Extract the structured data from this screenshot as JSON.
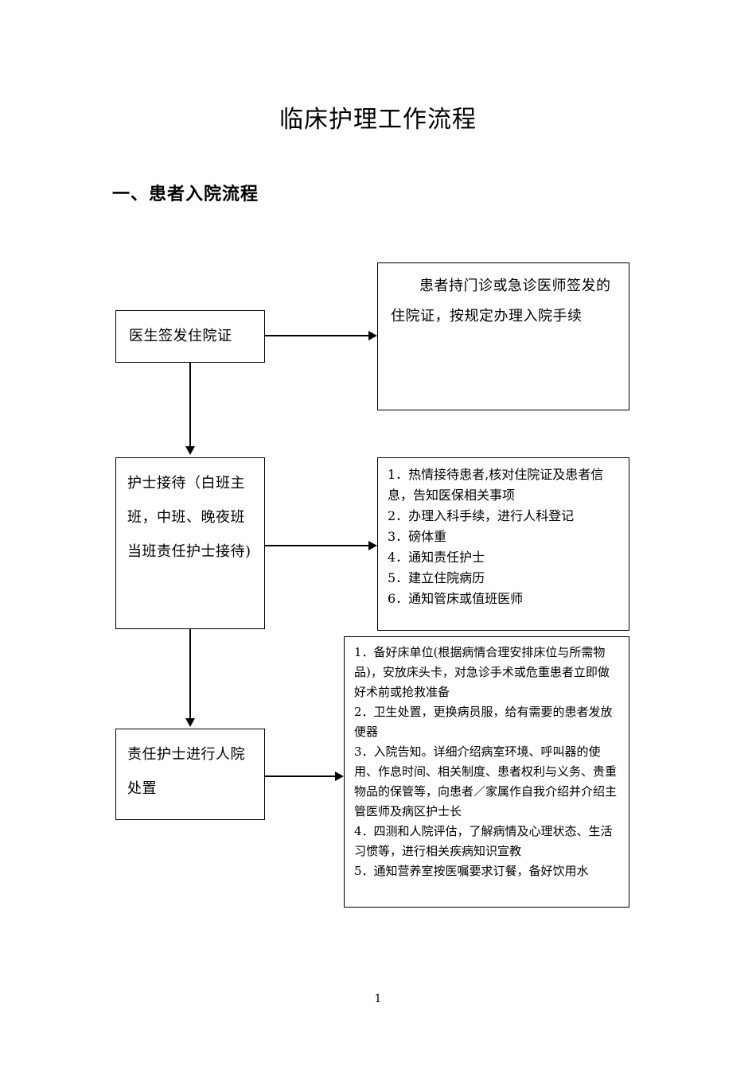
{
  "document": {
    "title": "临床护理工作流程",
    "section_heading": "一、患者入院流程",
    "page_number": "1"
  },
  "flowchart": {
    "steps": [
      {
        "id": "step-1",
        "label": "医生签发住院证"
      },
      {
        "id": "step-2",
        "label": "护士接待（白班主班，中班、晚夜班当班责任护士接待)"
      },
      {
        "id": "step-3",
        "label": "责任护士进行人院处置"
      }
    ],
    "details": [
      {
        "id": "detail-1",
        "type": "paragraph",
        "text": "患者持门诊或急诊医师签发的住院证，按规定办理入院手续"
      },
      {
        "id": "detail-2",
        "type": "list",
        "items": [
          "1．热情接待患者,核对住院证及患者信息，告知医保相关事项",
          "2．办理入科手续，进行人科登记",
          "3．磅体重",
          "4．通知责任护士",
          "5．建立住院病历",
          "6．通知管床或值班医师"
        ]
      },
      {
        "id": "detail-3",
        "type": "list",
        "items": [
          "1．备好床单位(根据病情合理安排床位与所需物品)，安放床头卡，对急诊手术或危重患者立即做好术前或抢救准备",
          "2．卫生处置，更换病员服，给有需要的患者发放便器",
          "3．入院告知。详细介绍病室环境、呼叫器的使用、作息时间、相关制度、患者权利与义务、贵重物品的保管等，向患者／家属作自我介绍并介绍主管医师及病区护士长",
          "4．四测和人院评估，了解病情及心理状态、生活习惯等，进行相关疾病知识宣教",
          "5．通知营养室按医嘱要求订餐，备好饮用水"
        ]
      }
    ]
  }
}
